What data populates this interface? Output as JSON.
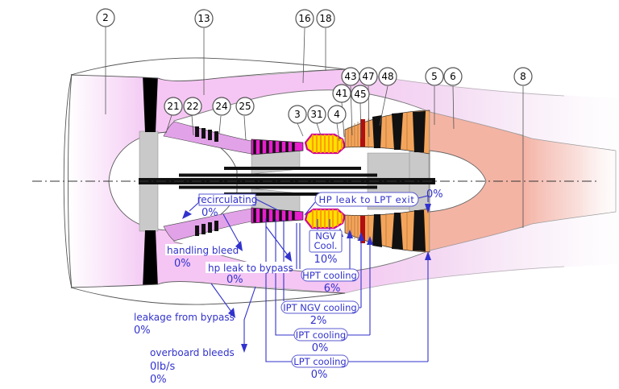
{
  "diagram": {
    "stations": [
      "2",
      "13",
      "16",
      "18",
      "21",
      "22",
      "24",
      "25",
      "3",
      "31",
      "4",
      "41",
      "45",
      "43",
      "47",
      "48",
      "5",
      "6",
      "8"
    ],
    "bleeds": {
      "recirculating": {
        "label": "recirculating",
        "value": "0%"
      },
      "handling_bleed": {
        "label": "handling bleed",
        "value": "0%"
      },
      "hp_leak_to_bypass": {
        "label": "hp leak to bypass",
        "value": "0%"
      },
      "leakage_from_bypass": {
        "label": "leakage from bypass",
        "value": "0%"
      },
      "overboard_bleeds": {
        "label": "overboard bleeds",
        "rate": "0lb/s",
        "value": "0%"
      },
      "ngv_cooling": {
        "label_line1": "NGV",
        "label_line2": "Cool.",
        "value": "10%"
      },
      "hpt_cooling": {
        "label": "HPT cooling",
        "value": "6%"
      },
      "ipt_ngv_cooling": {
        "label": "IPT NGV cooling",
        "value": "2%"
      },
      "ipt_cooling": {
        "label": "IPT cooling",
        "value": "0%"
      },
      "lpt_cooling": {
        "label": "LPT cooling",
        "value": "0%"
      },
      "hp_leak_to_lpt_exit": {
        "label": "HP leak to LPT exit",
        "value": "0%"
      }
    },
    "colors": {
      "bypass_pink": "#f5c6f3",
      "booster_violet": "#e2a2e8",
      "hpc_magenta": "#e91ece",
      "combustor_yellow": "#ffe400",
      "combustor_outline": "#cf0096",
      "turbine_orange": "#f4a55c",
      "turbine_ngv_red": "#b01010",
      "exhaust_salmon": "#f4b0a0",
      "structure_gray": "#c9c9c9",
      "annotation_blue": "#3232cd"
    }
  }
}
